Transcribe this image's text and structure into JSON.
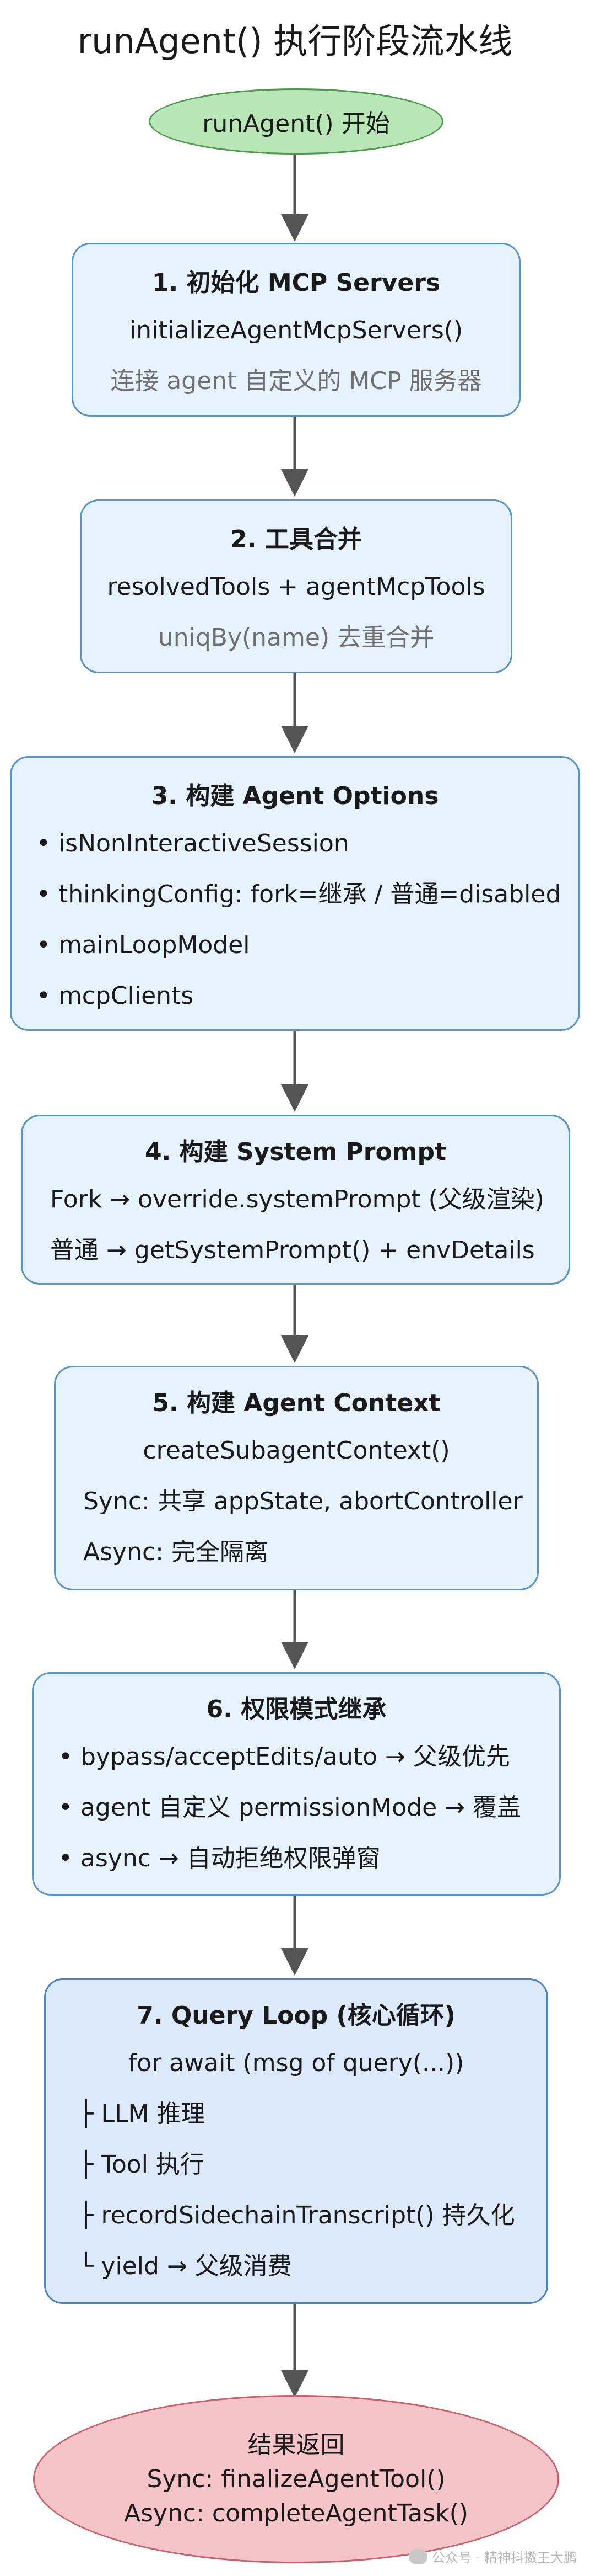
{
  "title": "runAgent() 执行阶段流水线",
  "start": {
    "label": "runAgent() 开始"
  },
  "steps": [
    {
      "title": "1. 初始化 MCP Servers",
      "lines": [
        "initializeAgentMcpServers()"
      ],
      "note": "连接 agent 自定义的 MCP 服务器"
    },
    {
      "title": "2. 工具合并",
      "lines": [
        "resolvedTools + agentMcpTools"
      ],
      "note": "uniqBy(name) 去重合并"
    },
    {
      "title": "3. 构建 Agent Options",
      "bullets": [
        "• isNonInteractiveSession",
        "• thinkingConfig: fork=继承 / 普通=disabled",
        "• mainLoopModel",
        "• mcpClients"
      ]
    },
    {
      "title": "4. 构建 System Prompt",
      "lines": [
        "Fork → override.systemPrompt (父级渲染)",
        "普通 → getSystemPrompt() + envDetails"
      ]
    },
    {
      "title": "5. 构建 Agent Context",
      "lines": [
        "createSubagentContext()",
        "Sync: 共享 appState, abortController",
        "Async: 完全隔离"
      ]
    },
    {
      "title": "6. 权限模式继承",
      "bullets": [
        "• bypass/acceptEdits/auto → 父级优先",
        "• agent 自定义 permissionMode → 覆盖",
        "• async → 自动拒绝权限弹窗"
      ]
    },
    {
      "title": "7. Query Loop (核心循环)",
      "lines": [
        "for await (msg of query(...))"
      ],
      "bullets": [
        "├ LLM 推理",
        "├ Tool 执行",
        "├ recordSidechainTranscript() 持久化",
        "└ yield → 父级消费"
      ]
    }
  ],
  "end": {
    "lines": [
      "结果返回",
      "Sync: finalizeAgentTool()",
      "Async: completeAgentTask()"
    ]
  },
  "watermark": "公众号 · 精神抖擞王大鹏"
}
